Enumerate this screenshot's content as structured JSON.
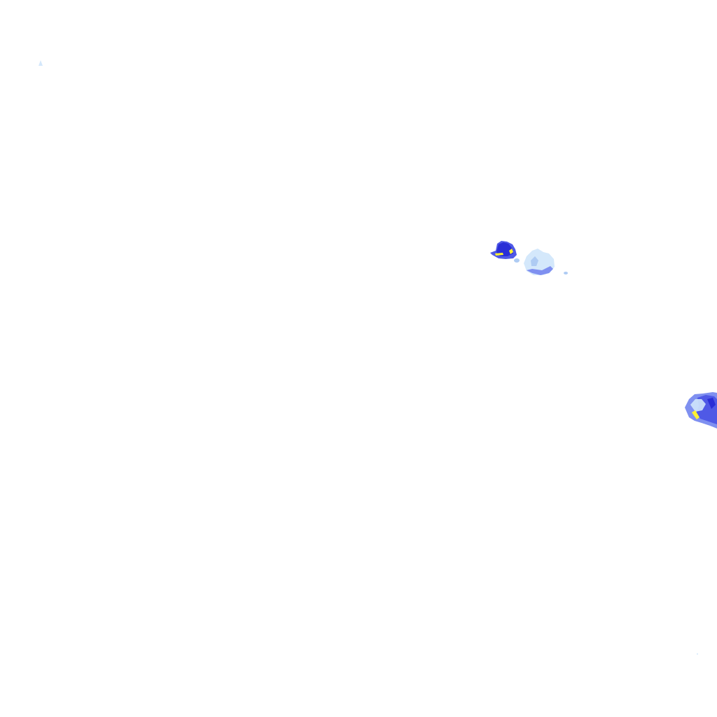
{
  "map": {
    "type": "precipitation-radar-tile",
    "background": "#ffffff",
    "palette": {
      "light": "#cfe6fb",
      "pale": "#aecbf3",
      "medium": "#7f90f0",
      "strong": "#4f59e6",
      "heavy": "#2a2ed6",
      "core": "#fff230"
    },
    "cells": [
      {
        "name": "precip-cell-northwest",
        "intensity": "light"
      },
      {
        "name": "precip-cell-center",
        "intensity": "heavy",
        "peak": "core"
      },
      {
        "name": "precip-cell-center-east",
        "intensity": "medium"
      },
      {
        "name": "precip-cell-east-edge",
        "intensity": "heavy",
        "peak": "core"
      }
    ]
  }
}
